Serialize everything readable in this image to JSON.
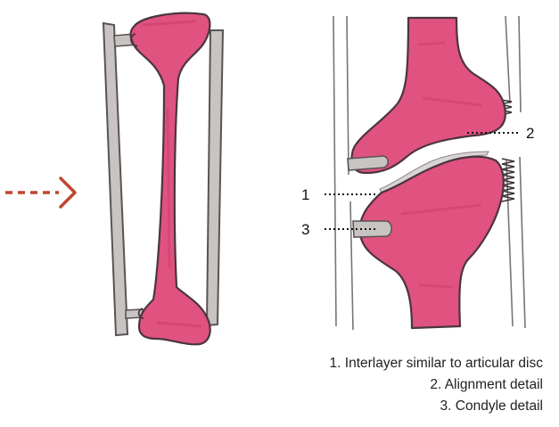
{
  "callouts": [
    {
      "id": "1",
      "label": "1"
    },
    {
      "id": "2",
      "label": "2"
    },
    {
      "id": "3",
      "label": "3"
    }
  ],
  "legend": [
    "1. Interlayer similar to articular disc",
    "2. Alignment detail",
    "3. Condyle detail"
  ],
  "colors": {
    "bone_fill": "#e0527f",
    "bone_outline": "#4a3540",
    "frame_fill": "#c8c4c1",
    "frame_outline": "#5a5356",
    "arrow": "#c0462f",
    "leader": "#111111"
  },
  "icons": [
    "dashed-arrow-icon",
    "spring-icon"
  ]
}
